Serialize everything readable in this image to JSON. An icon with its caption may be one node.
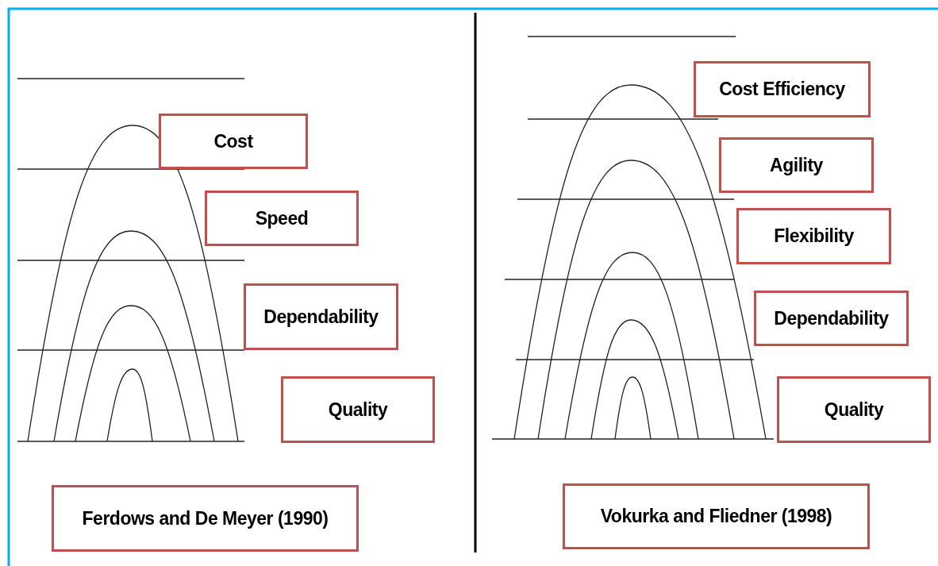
{
  "diagram": {
    "nodes": [
      {
        "text": [
          "Cost"
        ]
      },
      {
        "text": [
          "Speed"
        ]
      },
      {
        "text": [
          "Dependability"
        ]
      },
      {
        "text": [
          "Quality"
        ]
      },
      {
        "text": [
          "Ferdows and De Meyer (1990)"
        ]
      },
      {
        "text": [
          "Cost Efficiency"
        ]
      },
      {
        "text": [
          "Agility"
        ]
      },
      {
        "text": [
          "Flexibility"
        ]
      },
      {
        "text": [
          "Dependability"
        ]
      },
      {
        "text": [
          "Quality"
        ]
      },
      {
        "text": [
          "Vokurka and Fliedner (1998)"
        ]
      }
    ]
  }
}
